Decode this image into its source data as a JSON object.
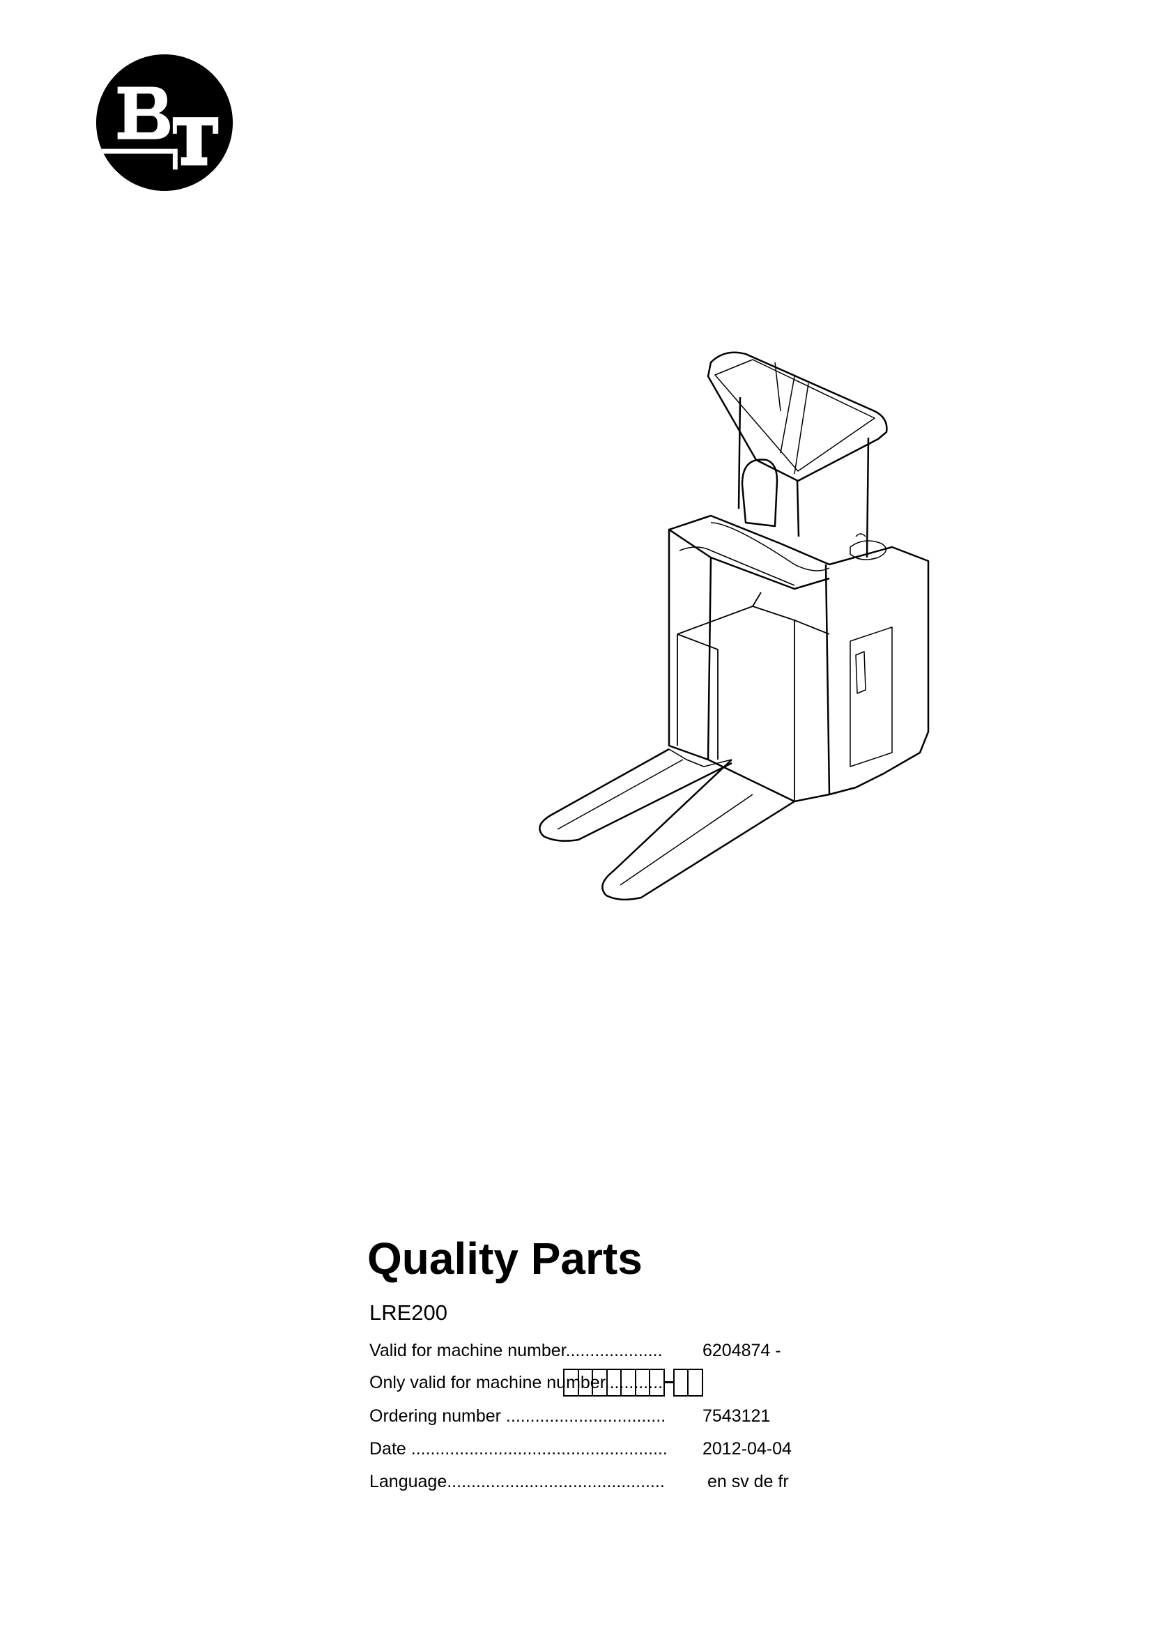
{
  "logo": {
    "text": "BT"
  },
  "title": "Quality Parts",
  "model": "LRE200",
  "fields": [
    {
      "label": "Valid for machine number....................",
      "value": "6204874 -"
    },
    {
      "label": "Only valid for machine number............",
      "value": ""
    },
    {
      "label": "Ordering number .................................",
      "value": "7543121"
    },
    {
      "label": "Date .....................................................",
      "value": "2012-04-04"
    },
    {
      "label": "Language.............................................",
      "value": " en sv de fr"
    }
  ],
  "machine_number_boxes": {
    "first_group": 7,
    "second_group": 2
  }
}
